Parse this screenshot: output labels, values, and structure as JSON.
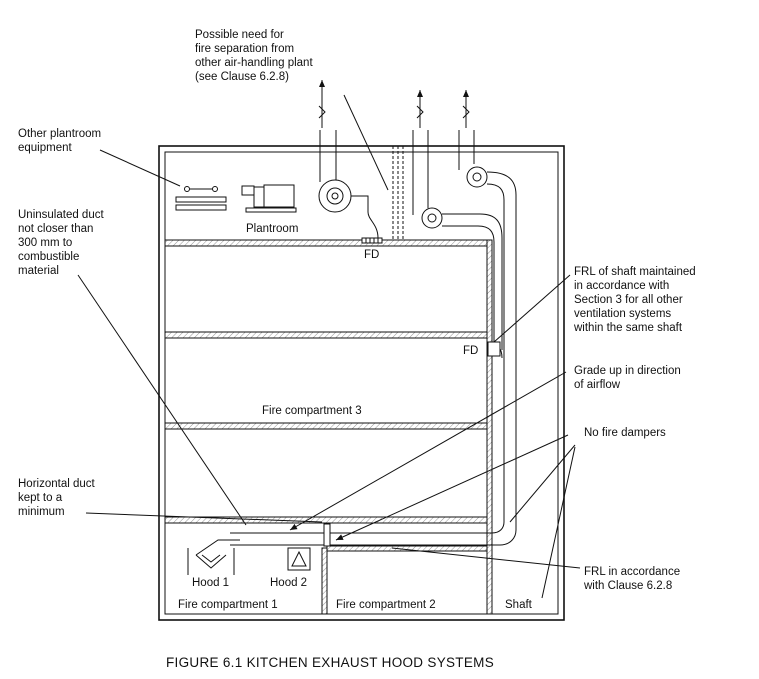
{
  "figure_caption": "FIGURE  6.1   KITCHEN EXHAUST HOOD SYSTEMS",
  "labels": {
    "possible_need": [
      "Possible need for",
      "fire separation from",
      "other air-handling plant",
      "(see Clause 6.2.8)"
    ],
    "other_plantroom": [
      "Other plantroom",
      "equipment"
    ],
    "uninsulated_duct": [
      "Uninsulated duct",
      "not closer than",
      "300 mm to",
      "combustible",
      "material"
    ],
    "horizontal_duct": [
      "Horizontal duct",
      "kept to a",
      "minimum"
    ],
    "frl_shaft": [
      "FRL of shaft maintained",
      "in accordance with",
      "Section 3 for all other",
      "ventilation systems",
      "within the same shaft"
    ],
    "grade_up": [
      "Grade up in direction",
      "of airflow"
    ],
    "no_fire_dampers": "No fire dampers",
    "frl_clause": [
      "FRL in accordance",
      "with Clause 6.2.8"
    ]
  },
  "rooms": {
    "plantroom": "Plantroom",
    "fire_compartment_3": "Fire compartment 3",
    "fire_compartment_1": "Fire compartment 1",
    "fire_compartment_2": "Fire compartment 2",
    "shaft": "Shaft"
  },
  "equipment": {
    "fd_top": "FD",
    "fd_shaft": "FD",
    "hood_1": "Hood 1",
    "hood_2": "Hood 2"
  },
  "colors": {
    "line": "#111111",
    "hatch": "#777777",
    "background": "#ffffff"
  }
}
